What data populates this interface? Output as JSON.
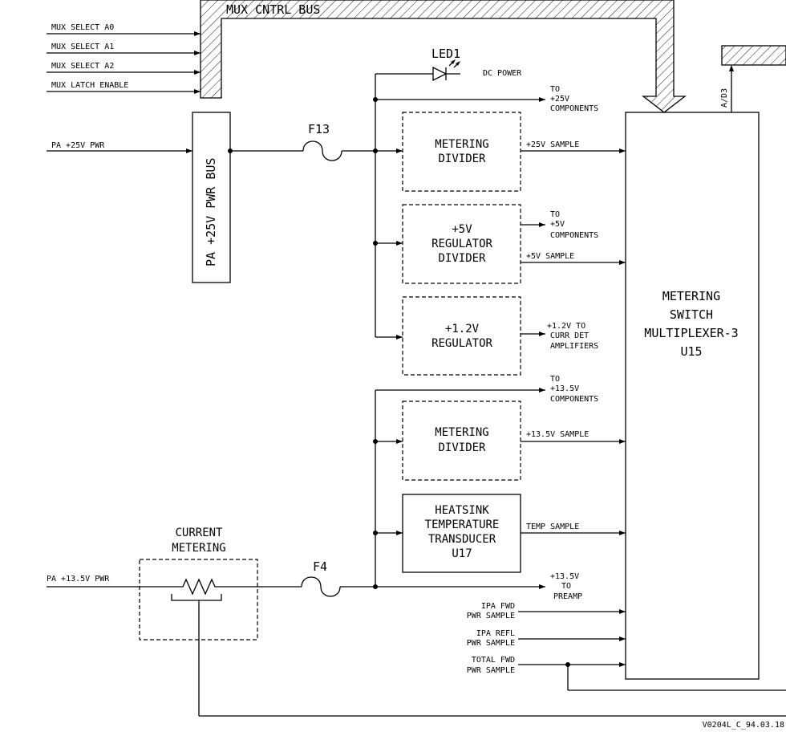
{
  "bus": {
    "label": "MUX CNTRL BUS"
  },
  "mux_inputs": [
    "MUX SELECT A0",
    "MUX SELECT A1",
    "MUX SELECT A2",
    "MUX LATCH ENABLE"
  ],
  "pwr25": {
    "input_label": "PA +25V PWR",
    "bus_label": "PA +25V PWR BUS",
    "fuse": "F13"
  },
  "led": {
    "label": "LED1",
    "caption": "DC POWER"
  },
  "to25": [
    "TO",
    "+25V",
    "COMPONENTS"
  ],
  "block1": {
    "lines": [
      "METERING",
      "DIVIDER"
    ],
    "sample": "+25V SAMPLE"
  },
  "block2": {
    "lines": [
      "+5V",
      "REGULATOR",
      "DIVIDER"
    ],
    "sample": "+5V SAMPLE",
    "to": [
      "TO",
      "+5V",
      "COMPONENTS"
    ]
  },
  "block3": {
    "lines": [
      "+1.2V",
      "REGULATOR"
    ],
    "to": [
      "+1.2V TO",
      "CURR DET",
      "AMPLIFIERS"
    ]
  },
  "to135": [
    "TO",
    "+13.5V",
    "COMPONENTS"
  ],
  "block4": {
    "lines": [
      "METERING",
      "DIVIDER"
    ],
    "sample": "+13.5V SAMPLE"
  },
  "block5": {
    "lines": [
      "HEATSINK",
      "TEMPERATURE",
      "TRANSDUCER",
      "U17"
    ],
    "sample": "TEMP SAMPLE"
  },
  "current": {
    "lines": [
      "CURRENT",
      "METERING"
    ]
  },
  "pwr135": {
    "input_label": "PA +13.5V PWR",
    "fuse": "F4",
    "to": [
      "+13.5V",
      "TO",
      "PREAMP"
    ]
  },
  "ipa_fwd": [
    "IPA FWD",
    "PWR SAMPLE"
  ],
  "ipa_refl": [
    "IPA REFL",
    "PWR SAMPLE"
  ],
  "total_fwd": [
    "TOTAL FWD",
    "PWR SAMPLE"
  ],
  "mux": {
    "lines": [
      "METERING",
      "SWITCH",
      "MULTIPLEXER-3",
      "U15"
    ]
  },
  "a03": "A/D3",
  "footer": "V0204L_C_94.03.18"
}
